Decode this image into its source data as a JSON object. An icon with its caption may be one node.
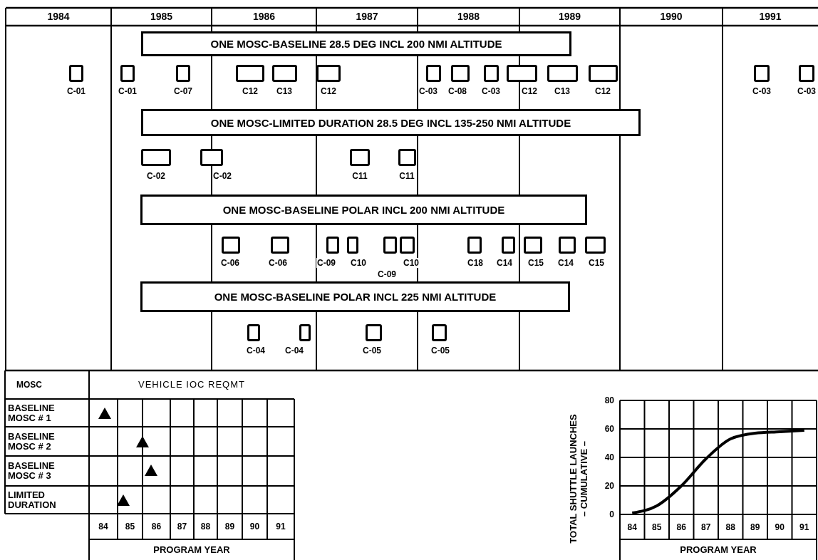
{
  "diagram": {
    "nodes": [
      {
        "text": [
          "ONE MOSC-BASELINE 28.5 DEG INCL 200 NMI ALTITUDE"
        ]
      },
      {
        "text": [
          "C-01"
        ]
      },
      {
        "text": [
          "C-01"
        ]
      },
      {
        "text": [
          "C-07"
        ]
      },
      {
        "text": [
          "C12"
        ]
      },
      {
        "text": [
          "C13"
        ]
      },
      {
        "text": [
          "C12"
        ]
      },
      {
        "text": [
          "C-03"
        ]
      },
      {
        "text": [
          "C-08"
        ]
      },
      {
        "text": [
          "C-03"
        ]
      },
      {
        "text": [
          "C12"
        ]
      },
      {
        "text": [
          "C13"
        ]
      },
      {
        "text": [
          "C12"
        ]
      },
      {
        "text": [
          "C-03"
        ]
      },
      {
        "text": [
          "C-03"
        ]
      },
      {
        "text": [
          "ONE MOSC-LIMITED DURATION 28.5 DEG INCL 135-250 NMI ALTITUDE"
        ]
      },
      {
        "text": [
          "C-02"
        ]
      },
      {
        "text": [
          "C-02"
        ]
      },
      {
        "text": [
          "C11"
        ]
      },
      {
        "text": [
          "C11"
        ]
      },
      {
        "text": [
          "ONE MOSC-BASELINE POLAR INCL 200 NMI ALTITUDE"
        ]
      },
      {
        "text": [
          "C-06"
        ]
      },
      {
        "text": [
          "C-06"
        ]
      },
      {
        "text": [
          "C-09"
        ]
      },
      {
        "text": [
          "C10"
        ]
      },
      {
        "text": [
          "C-09"
        ]
      },
      {
        "text": [
          "C10"
        ]
      },
      {
        "text": [
          "C18"
        ]
      },
      {
        "text": [
          "C14"
        ]
      },
      {
        "text": [
          "C15"
        ]
      },
      {
        "text": [
          "C14"
        ]
      },
      {
        "text": [
          "C15"
        ]
      },
      {
        "text": [
          "ONE MOSC-BASELINE POLAR INCL 225 NMI ALTITUDE"
        ]
      },
      {
        "text": [
          "C-04"
        ]
      },
      {
        "text": [
          "C-04"
        ]
      },
      {
        "text": [
          "C-05"
        ]
      },
      {
        "text": [
          "C-05"
        ]
      }
    ],
    "labels": [
      "1984",
      "1985",
      "1986",
      "1987",
      "1988",
      "1989",
      "1990",
      "1991",
      "MOSC",
      "VEHICLE IOC REQMT",
      "BASELINE MOSC # 1",
      "BASELINE MOSC # 2",
      "BASELINE MOSC # 3",
      "LIMITED DURATION",
      "84",
      "85",
      "86",
      "87",
      "88",
      "89",
      "90",
      "91",
      "PROGRAM YEAR"
    ],
    "chart_data": {
      "type": "line",
      "xlabel": "PROGRAM YEAR",
      "ylabel": "TOTAL SHUTTLE LAUNCHES – CUMULATIVE –",
      "categories": [
        "84",
        "85",
        "86",
        "87",
        "88",
        "89",
        "90",
        "91"
      ],
      "series": [
        {
          "color": "#000000",
          "values": [
            1,
            6,
            20,
            39,
            53,
            57,
            58,
            59
          ]
        }
      ],
      "ylim": [
        0,
        80
      ],
      "yticks": [
        0,
        20,
        40,
        60,
        80
      ],
      "grid": true
    }
  }
}
